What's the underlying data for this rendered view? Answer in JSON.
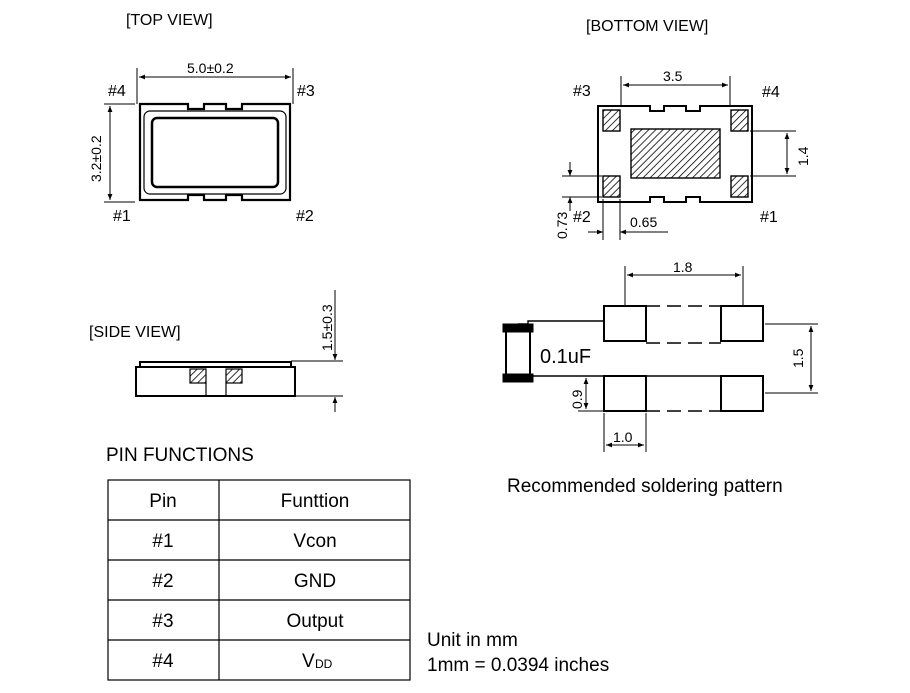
{
  "top_view": {
    "title": "[TOP VIEW]",
    "width_dim": "5.0±0.2",
    "height_dim": "3.2±0.2",
    "pins": {
      "p1": "#1",
      "p2": "#2",
      "p3": "#3",
      "p4": "#4"
    }
  },
  "bottom_view": {
    "title": "[BOTTOM VIEW]",
    "pad_pitch_dim": "3.5",
    "pad_vertical_dim": "1.4",
    "pad_height_dim": "0.73",
    "pad_width_dim": "0.65",
    "pins": {
      "p1": "#1",
      "p2": "#2",
      "p3": "#3",
      "p4": "#4"
    }
  },
  "side_view": {
    "title": "[SIDE VIEW]",
    "height_dim": "1.5±0.3"
  },
  "soldering": {
    "pitch_dim": "1.8",
    "row_dim": "1.5",
    "pad_h_dim": "0.9",
    "pad_w_dim": "1.0",
    "capacitor": "0.1uF",
    "caption": "Recommended soldering pattern"
  },
  "pin_functions": {
    "title": "PIN FUNCTIONS",
    "headers": [
      "Pin",
      "Funttion"
    ],
    "rows": [
      {
        "pin": "#1",
        "function": "Vcon"
      },
      {
        "pin": "#2",
        "function": "GND"
      },
      {
        "pin": "#3",
        "function": "Output"
      },
      {
        "pin": "#4",
        "function_main": "V",
        "function_sub": "DD"
      }
    ]
  },
  "units": {
    "line1": "Unit in mm",
    "line2": "1mm = 0.0394 inches"
  }
}
